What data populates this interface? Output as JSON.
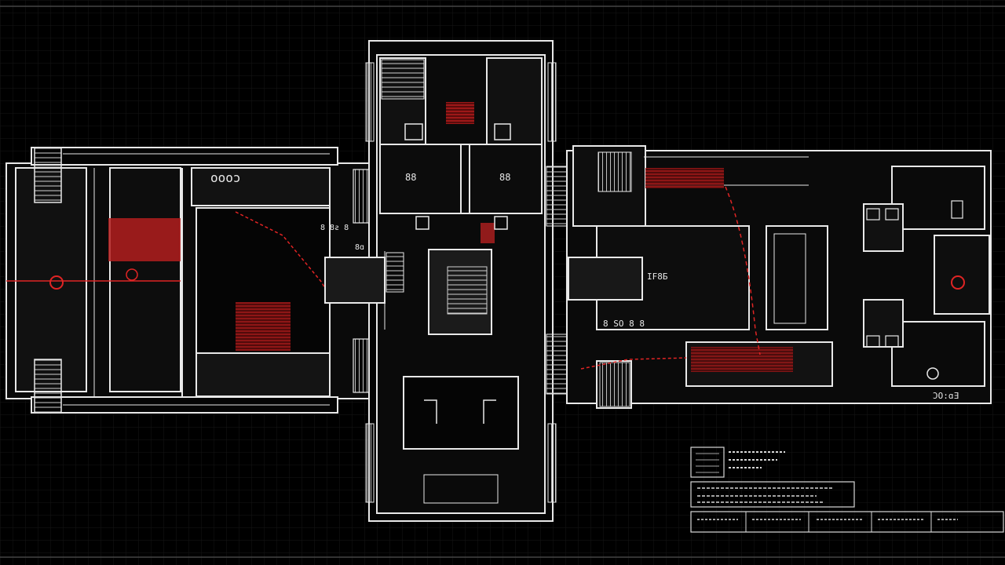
{
  "colors": {
    "background": "#000000",
    "grid": "#1a1a1a",
    "wall": "#e8e8e8",
    "accent": "#e02424"
  },
  "labels": {
    "west_room": "oooɔ",
    "center_top_left": "88",
    "center_top_right": "88",
    "east_hall": "IF8Ƃ",
    "east_bottom": "8 SO 8 8",
    "bottom_right_tag": "ƆO:ɑƎ",
    "gate_code": "8 8ƨ 8",
    "mid_small": "8ɑ"
  },
  "icons": [
    "floor-plan",
    "stair-icon",
    "door-icon",
    "title-block"
  ]
}
